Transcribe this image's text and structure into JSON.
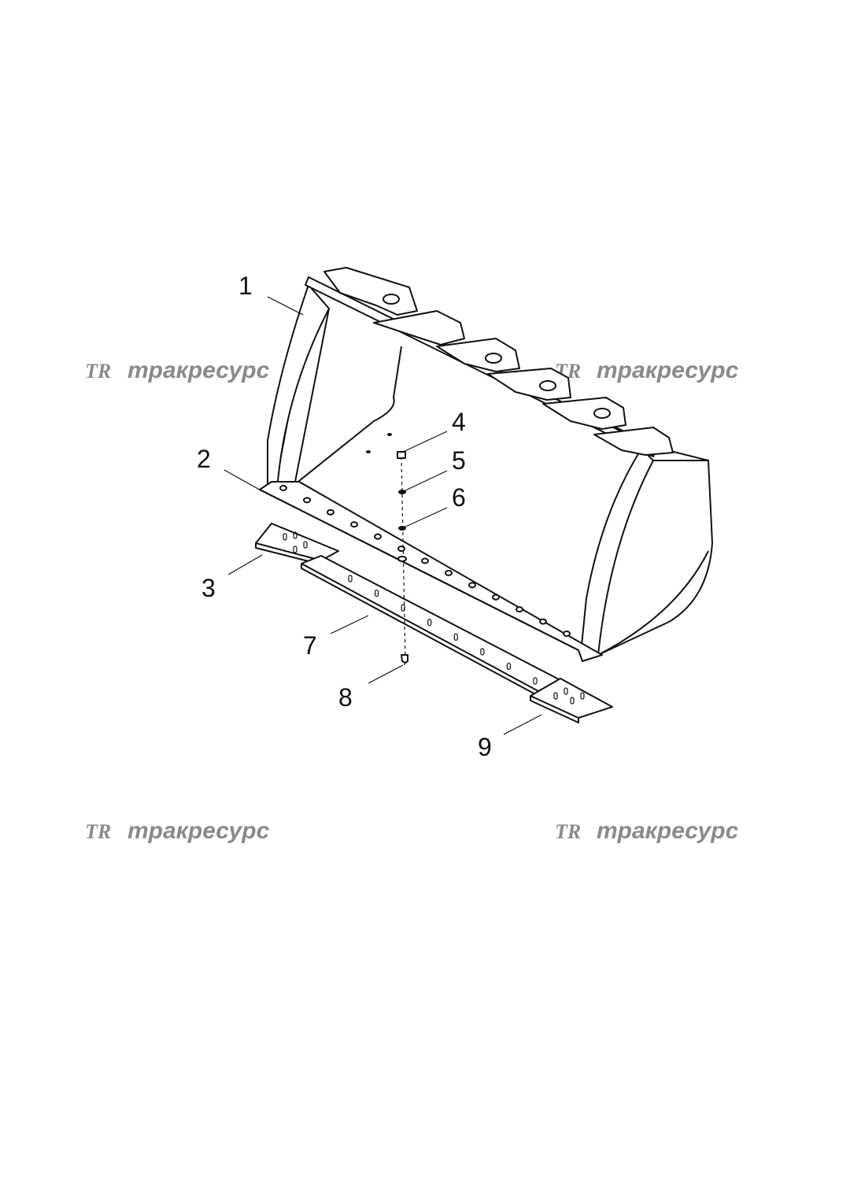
{
  "watermark": {
    "logo": "TR",
    "text": "тракресурс",
    "color": "#8a8a8a"
  },
  "callouts": [
    "1",
    "2",
    "3",
    "4",
    "5",
    "6",
    "7",
    "8",
    "9"
  ],
  "parts": [
    {
      "callout": "1",
      "name": "bucket"
    },
    {
      "callout": "2",
      "name": "base-edge"
    },
    {
      "callout": "3",
      "name": "left-end-bit"
    },
    {
      "callout": "4",
      "name": "nut"
    },
    {
      "callout": "5",
      "name": "washer"
    },
    {
      "callout": "6",
      "name": "washer"
    },
    {
      "callout": "7",
      "name": "cutting-edge"
    },
    {
      "callout": "8",
      "name": "bolt"
    },
    {
      "callout": "9",
      "name": "right-end-bit"
    }
  ]
}
